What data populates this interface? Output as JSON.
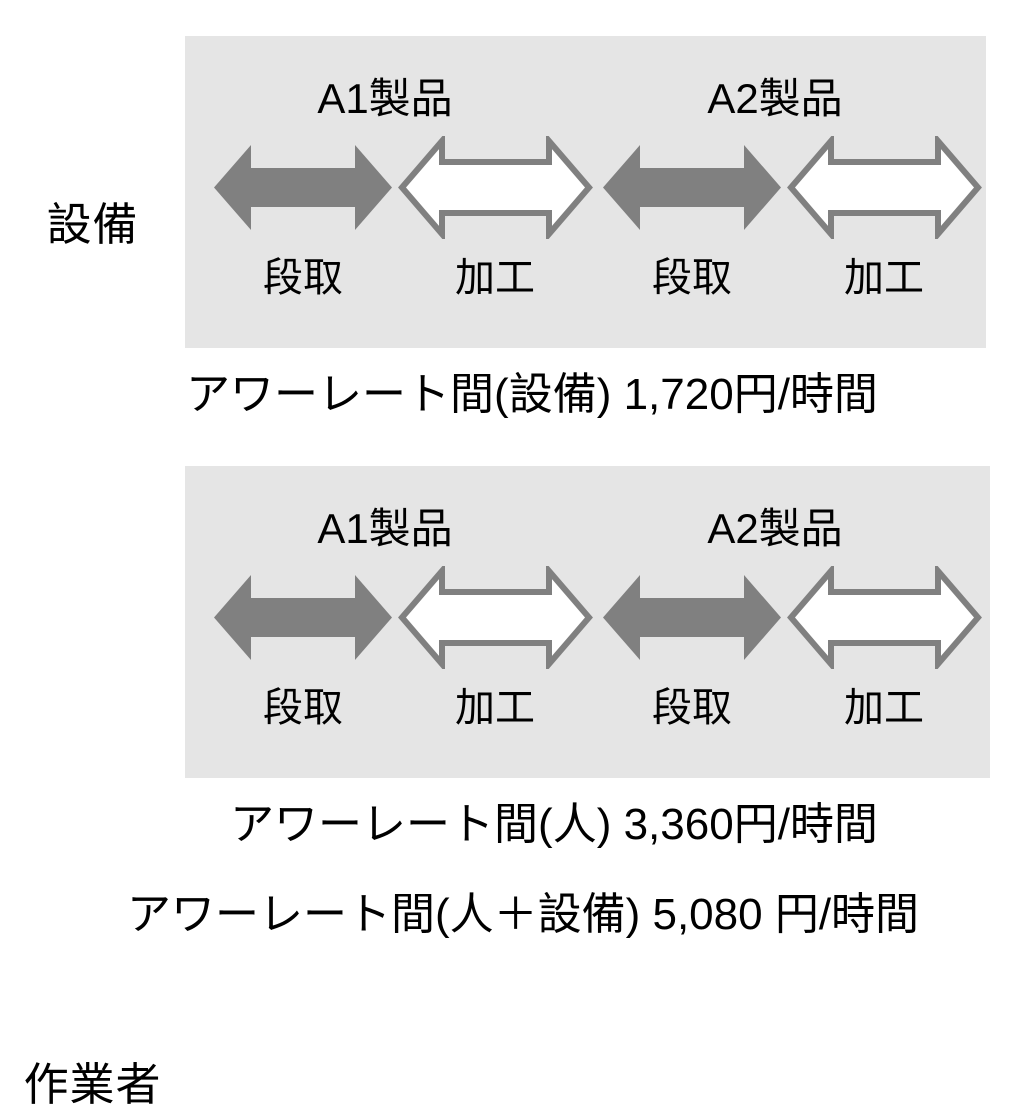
{
  "figure": {
    "background_color": "#ffffff",
    "panel_color": "#e5e5e5",
    "arrow_fill_setup": "#808080",
    "arrow_fill_machining": "#ffffff",
    "arrow_stroke": "#808080"
  },
  "rows": [
    {
      "label": "設備",
      "products": [
        {
          "name": "A1製品",
          "steps": [
            {
              "label": "段取",
              "type": "filled"
            },
            {
              "label": "加工",
              "type": "outline"
            }
          ]
        },
        {
          "name": "A2製品",
          "steps": [
            {
              "label": "段取",
              "type": "filled"
            },
            {
              "label": "加工",
              "type": "outline"
            }
          ]
        }
      ]
    },
    {
      "label": "作業者",
      "products": [
        {
          "name": "A1製品",
          "steps": [
            {
              "label": "段取",
              "type": "filled"
            },
            {
              "label": "加工",
              "type": "outline"
            }
          ]
        },
        {
          "name": "A2製品",
          "steps": [
            {
              "label": "段取",
              "type": "filled"
            },
            {
              "label": "加工",
              "type": "outline"
            }
          ]
        }
      ]
    }
  ],
  "captions": [
    {
      "text": "アワーレート間(設備) 1,720円/時間",
      "rate_value": "1,720",
      "unit": "円/時間",
      "scope": "設備"
    },
    {
      "text": "アワーレート間(人) 3,360円/時間",
      "rate_value": "3,360",
      "unit": "円/時間",
      "scope": "人"
    },
    {
      "text": "アワーレート間(人＋設備) 5,080 円/時間",
      "rate_value": "5,080",
      "unit": "円/時間",
      "scope": "人＋設備"
    }
  ]
}
